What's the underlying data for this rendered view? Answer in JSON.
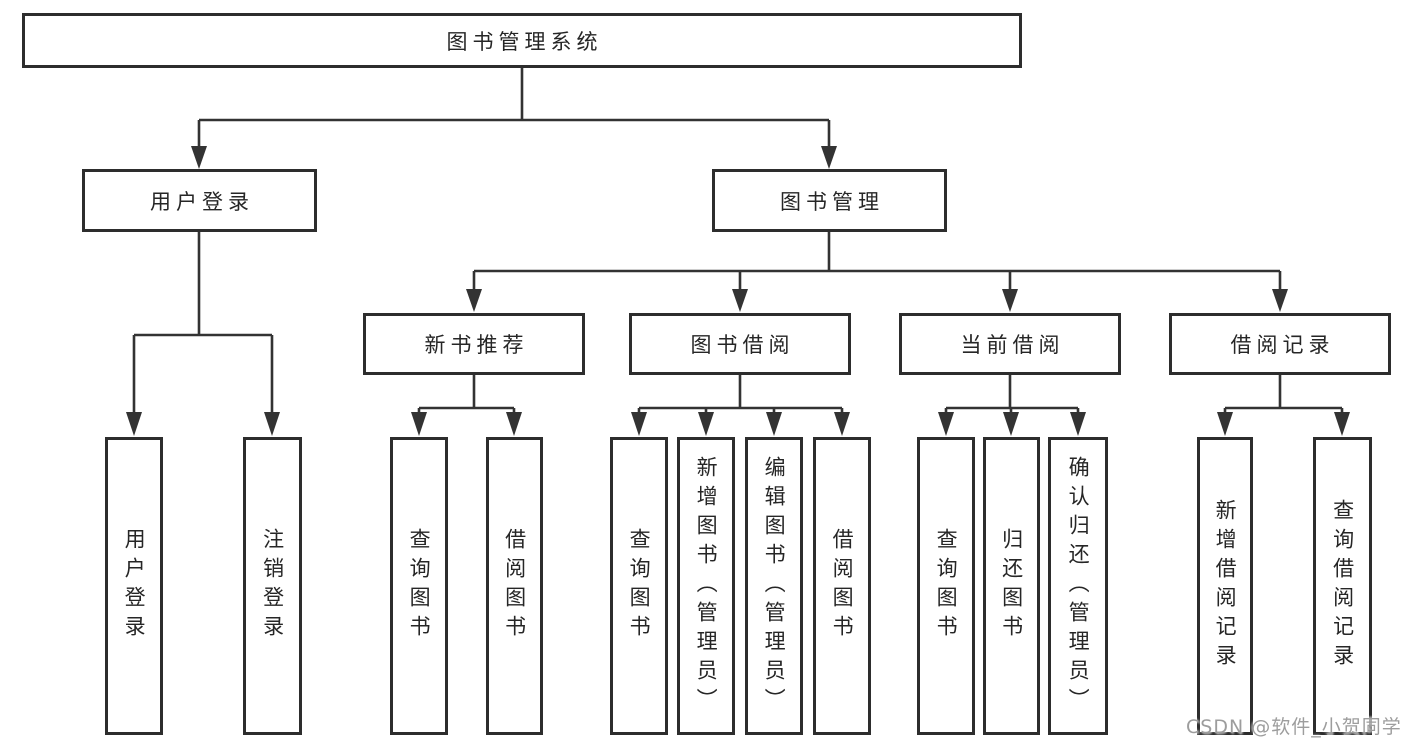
{
  "diagram": {
    "type": "hierarchy-tree",
    "root": {
      "label": "图书管理系统"
    },
    "level2": [
      {
        "label": "用户登录",
        "parent": "图书管理系统"
      },
      {
        "label": "图书管理",
        "parent": "图书管理系统"
      }
    ],
    "level3": [
      {
        "label": "新书推荐",
        "parent": "图书管理"
      },
      {
        "label": "图书借阅",
        "parent": "图书管理"
      },
      {
        "label": "当前借阅",
        "parent": "图书管理"
      },
      {
        "label": "借阅记录",
        "parent": "图书管理"
      }
    ],
    "leaves": [
      {
        "label": "用户登录",
        "parent": "用户登录"
      },
      {
        "label": "注销登录",
        "parent": "用户登录"
      },
      {
        "label": "查询图书",
        "parent": "新书推荐"
      },
      {
        "label": "借阅图书",
        "parent": "新书推荐"
      },
      {
        "label": "查询图书",
        "parent": "图书借阅"
      },
      {
        "label": "新增图书（管理员）",
        "parent": "图书借阅"
      },
      {
        "label": "编辑图书（管理员）",
        "parent": "图书借阅"
      },
      {
        "label": "借阅图书",
        "parent": "图书借阅"
      },
      {
        "label": "查询图书",
        "parent": "当前借阅"
      },
      {
        "label": "归还图书",
        "parent": "当前借阅"
      },
      {
        "label": "确认归还（管理员）",
        "parent": "当前借阅"
      },
      {
        "label": "新增借阅记录",
        "parent": "借阅记录"
      },
      {
        "label": "查询借阅记录",
        "parent": "借阅记录"
      }
    ]
  },
  "watermark": "CSDN @软件_小贺同学",
  "colors": {
    "line": "#333333",
    "box_border": "#2d2d2d",
    "box_fill": "#ffffff",
    "text": "#262626",
    "watermark": "#9d9d9d",
    "background": "#ffffff"
  }
}
